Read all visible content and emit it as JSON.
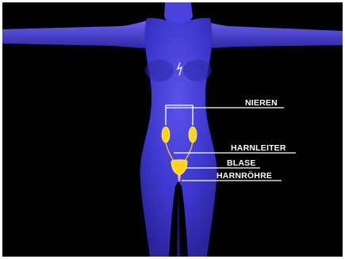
{
  "diagram": {
    "labels": {
      "kidneys": "NIEREN",
      "ureters": "HARNLEITER",
      "bladder": "BLASE",
      "urethra": "HARNRÖHRE"
    }
  },
  "colors": {
    "background": "#000000",
    "body": "#3c35c9",
    "body_highlight": "#5a52e6",
    "organs": "#ffd51a",
    "organ_outline": "#f6a8c8",
    "label_text": "#ffffff"
  }
}
